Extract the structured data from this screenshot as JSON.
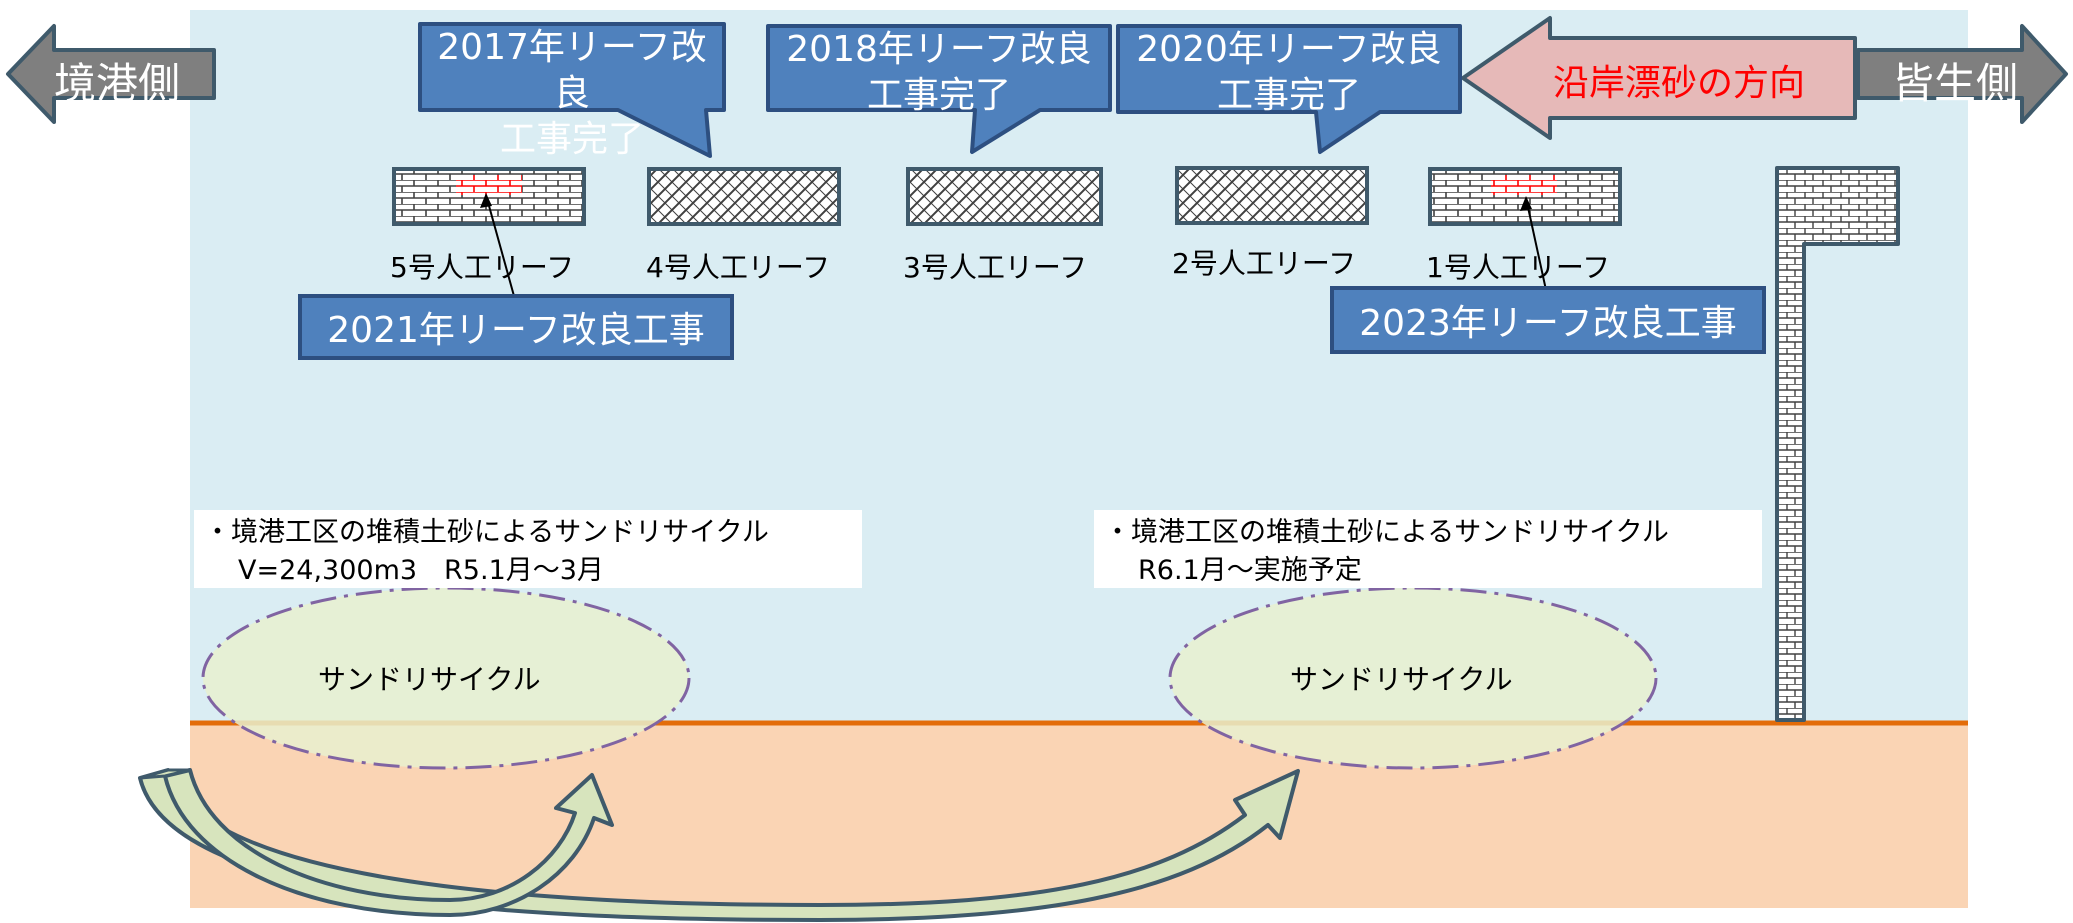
{
  "sides": {
    "left": "境港側",
    "right": "皆生側"
  },
  "drift_direction": "沿岸漂砂の方向",
  "callouts": [
    {
      "line1": "2017年リーフ改良",
      "line2": "工事完了"
    },
    {
      "line1": "2018年リーフ改良",
      "line2": "工事完了"
    },
    {
      "line1": "2020年リーフ改良",
      "line2": "工事完了"
    }
  ],
  "reefs": [
    {
      "label": "5号人工リーフ",
      "pattern": "brick-improved"
    },
    {
      "label": "4号人工リーフ",
      "pattern": "hatched"
    },
    {
      "label": "3号人工リーフ",
      "pattern": "hatched"
    },
    {
      "label": "2号人工リーフ",
      "pattern": "hatched"
    },
    {
      "label": "1号人工リーフ",
      "pattern": "brick-improved"
    }
  ],
  "works": {
    "left": "2021年リーフ改良工事",
    "right": "2023年リーフ改良工事"
  },
  "notes": [
    {
      "line1": "・境港工区の堆積土砂によるサンドリサイクル",
      "line2": "V=24,300m3　R5.1月～3月"
    },
    {
      "line1": "・境港工区の堆積土砂によるサンドリサイクル",
      "line2": "R6.1月～実施予定"
    }
  ],
  "recycle_areas": [
    "サンドリサイクル",
    "サンドリサイクル"
  ],
  "colors": {
    "sea": "#daedf3",
    "sand": "#fad4b4",
    "shoreline": "#e36c09",
    "callout": "#4f81bd",
    "callout_border": "#2d4f80",
    "side_arrow": "#7f7f7f",
    "drift_arrow": "#e6b9b8",
    "recycle_fill": "#e8f0cf",
    "recycle_border": "#8064a2",
    "curved_arrow": "#d7e4bd",
    "curved_arrow_border": "#3f5a6b"
  }
}
